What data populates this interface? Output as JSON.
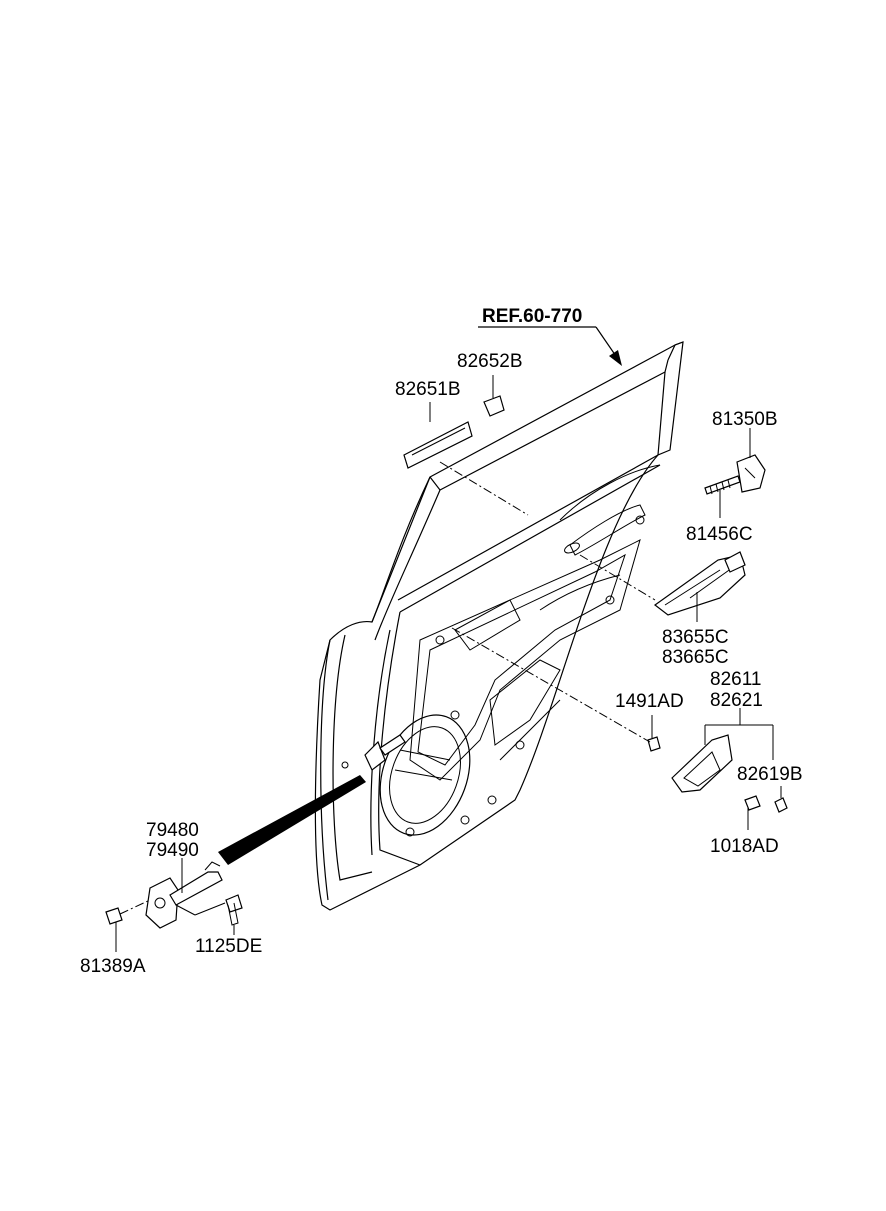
{
  "reference": "REF.60-770",
  "labels": {
    "p82652B": "82652B",
    "p82651B": "82651B",
    "p81350B": "81350B",
    "p81456C": "81456C",
    "p83655C": "83655C",
    "p83665C": "83665C",
    "p82611": "82611",
    "p82621": "82621",
    "p1491AD": "1491AD",
    "p82619B": "82619B",
    "p1018AD": "1018AD",
    "p79480": "79480",
    "p79490": "79490",
    "p81389A": "81389A",
    "p1125DE": "1125DE"
  }
}
